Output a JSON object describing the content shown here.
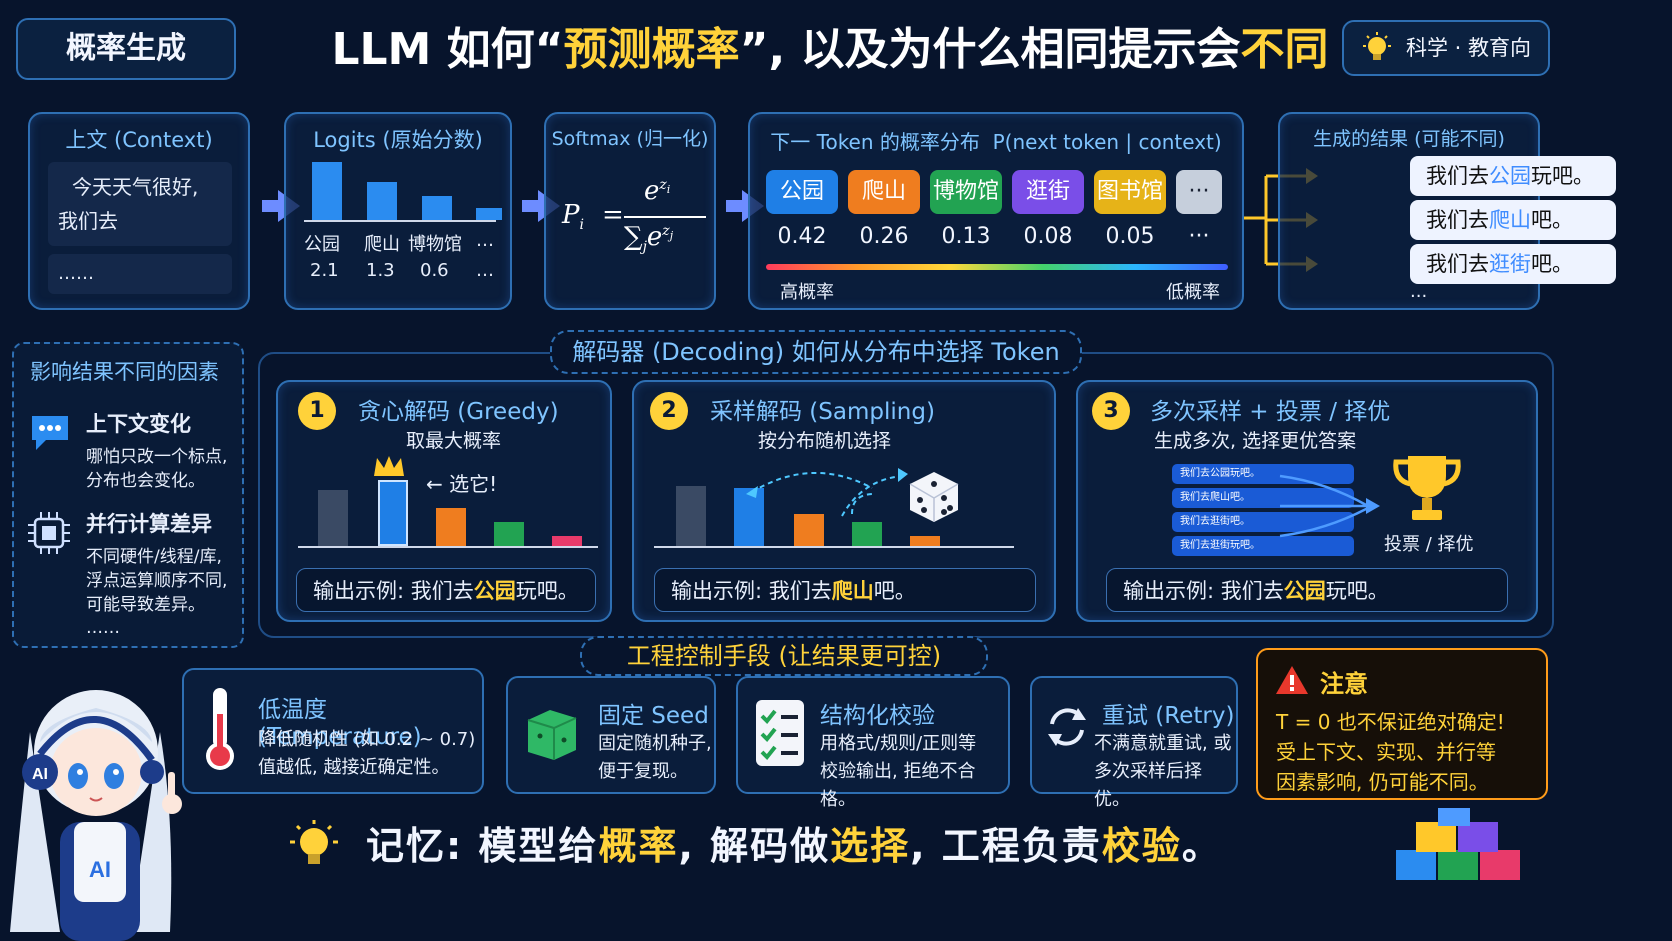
{
  "header": {
    "left_label": "概率生成",
    "title_pre": "LLM 如何“",
    "title_hl": "预测概率",
    "title_mid": "”, 以及为什么相同提示会",
    "title_hl2": "不同",
    "badge": "科学 · 教育向"
  },
  "context": {
    "title": "上文 (Context)",
    "line1": "今天天气很好,",
    "line2": "我们去",
    "dots": "……"
  },
  "logits": {
    "title": "Logits (原始分数)",
    "labels": [
      "公园",
      "爬山",
      "博物馆",
      "…"
    ],
    "values": [
      "2.1",
      "1.3",
      "0.6",
      "…"
    ]
  },
  "softmax": {
    "title": "Softmax (归一化)",
    "formula_lhs": "P",
    "formula_sub": "i",
    "formula_num": "e",
    "formula_num_sup": "z",
    "formula_num_sub": "i",
    "formula_den": "∑",
    "formula_den_sub": "j",
    "formula_den_e": "e",
    "formula_den_sup": "z",
    "formula_den_supsub": "j"
  },
  "distribution": {
    "title": "下一 Token 的概率分布  P(next token | context)",
    "tokens": [
      "公园",
      "爬山",
      "博物馆",
      "逛街",
      "图书馆",
      "···"
    ],
    "probs": [
      "0.42",
      "0.26",
      "0.13",
      "0.08",
      "0.05",
      "···"
    ],
    "colors": [
      "#1f7fe6",
      "#ef7d1f",
      "#22a352",
      "#7a4ee8",
      "#e6b318",
      "#c6cfdc"
    ],
    "high": "高概率",
    "low": "低概率"
  },
  "results": {
    "title": "生成的结果 (可能不同)",
    "items": [
      {
        "pre": "我们去",
        "hl": "公园",
        "post": "玩吧。"
      },
      {
        "pre": "我们去",
        "hl": "爬山",
        "post": "吧。"
      },
      {
        "pre": "我们去",
        "hl": "逛街",
        "post": "吧。"
      }
    ],
    "dots": "···"
  },
  "factors": {
    "title": "影响结果不同的因素",
    "f1_title": "上下文变化",
    "f1_l1": "哪怕只改一个标点,",
    "f1_l2": "分布也会变化。",
    "f2_title": "并行计算差异",
    "f2_l1": "不同硬件/线程/库,",
    "f2_l2": "浮点运算顺序不同,",
    "f2_l3": "可能导致差异。",
    "dots": "……"
  },
  "decoding": {
    "banner": "解码器 (Decoding) 如何从分布中选择 Token",
    "greedy": {
      "num": "1",
      "title": "贪心解码 (Greedy)",
      "sub": "取最大概率",
      "pick": "← 选它!",
      "out_pre": "输出示例: 我们去",
      "out_hl": "公园",
      "out_post": "玩吧。"
    },
    "sampling": {
      "num": "2",
      "title": "采样解码 (Sampling)",
      "sub": "按分布随机选择",
      "out_pre": "输出示例: 我们去",
      "out_hl": "爬山",
      "out_post": "吧。"
    },
    "multi": {
      "num": "3",
      "title": "多次采样 + 投票 / 择优",
      "sub": "生成多次, 选择更优答案",
      "mini": [
        "我们去公园玩吧。",
        "我们去爬山吧。",
        "我们去逛街吧。",
        "我们去逛街玩吧。"
      ],
      "vote": "投票 / 择优",
      "out_pre": "输出示例: 我们去",
      "out_hl": "公园",
      "out_post": "玩吧。"
    }
  },
  "controls": {
    "banner": "工程控制手段 (让结果更可控)",
    "temp": {
      "title": "低温度 (Temperature)",
      "l1": "降低随机性 (如 0.2 ~ 0.7)",
      "l2": "值越低, 越接近确定性。"
    },
    "seed": {
      "title": "固定 Seed",
      "l1": "固定随机种子,",
      "l2": "便于复现。"
    },
    "valid": {
      "title": "结构化校验",
      "l1": "用格式/规则/正则等",
      "l2": "校验输出, 拒绝不合格。"
    },
    "retry": {
      "title": "重试 (Retry)",
      "l1": "不满意就重试, 或",
      "l2": "多次采样后择优。"
    },
    "note": {
      "title": "注意",
      "l1": "T = 0 也不保证绝对确定!",
      "l2": "受上下文、实现、并行等",
      "l3": "因素影响, 仍可能不同。"
    }
  },
  "footer": {
    "p1": "记忆: 模型给",
    "h1": "概率",
    "p2": ", 解码做",
    "h2": "选择",
    "p3": ", 工程负责",
    "h3": "校验",
    "p4": "。"
  }
}
